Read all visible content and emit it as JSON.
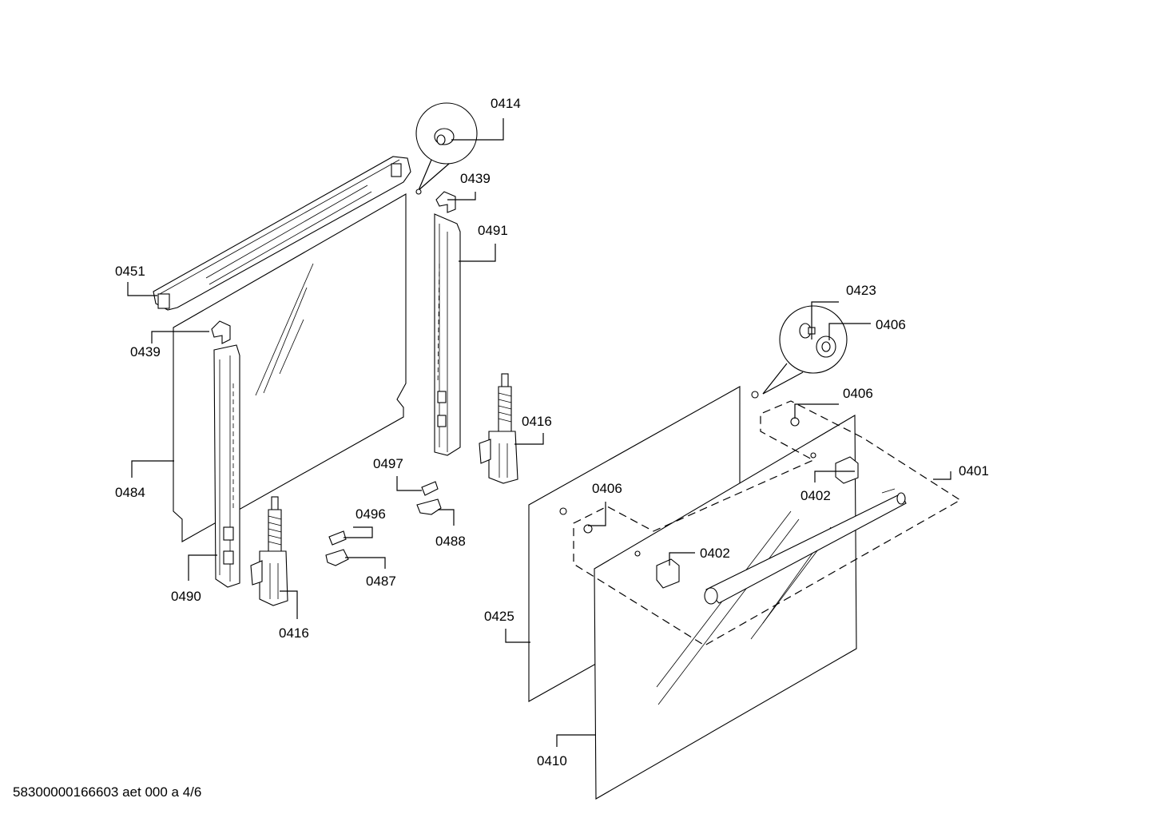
{
  "footer": "58300000166603 aet 000 a 4/6",
  "labels": {
    "p0414": "0414",
    "p0439_top": "0439",
    "p0491": "0491",
    "p0451": "0451",
    "p0439_left": "0439",
    "p0484": "0484",
    "p0416_mid": "0416",
    "p0497": "0497",
    "p0496": "0496",
    "p0488": "0488",
    "p0487": "0487",
    "p0490": "0490",
    "p0416_bottom": "0416",
    "p0423": "0423",
    "p0406_detail": "0406",
    "p0406_right": "0406",
    "p0401": "0401",
    "p0402_right": "0402",
    "p0406_left": "0406",
    "p0402_center": "0402",
    "p0425": "0425",
    "p0410": "0410"
  },
  "icons": {
    "detail_circle_top": "magnifier-detail-icon",
    "detail_circle_right": "magnifier-detail-icon"
  }
}
